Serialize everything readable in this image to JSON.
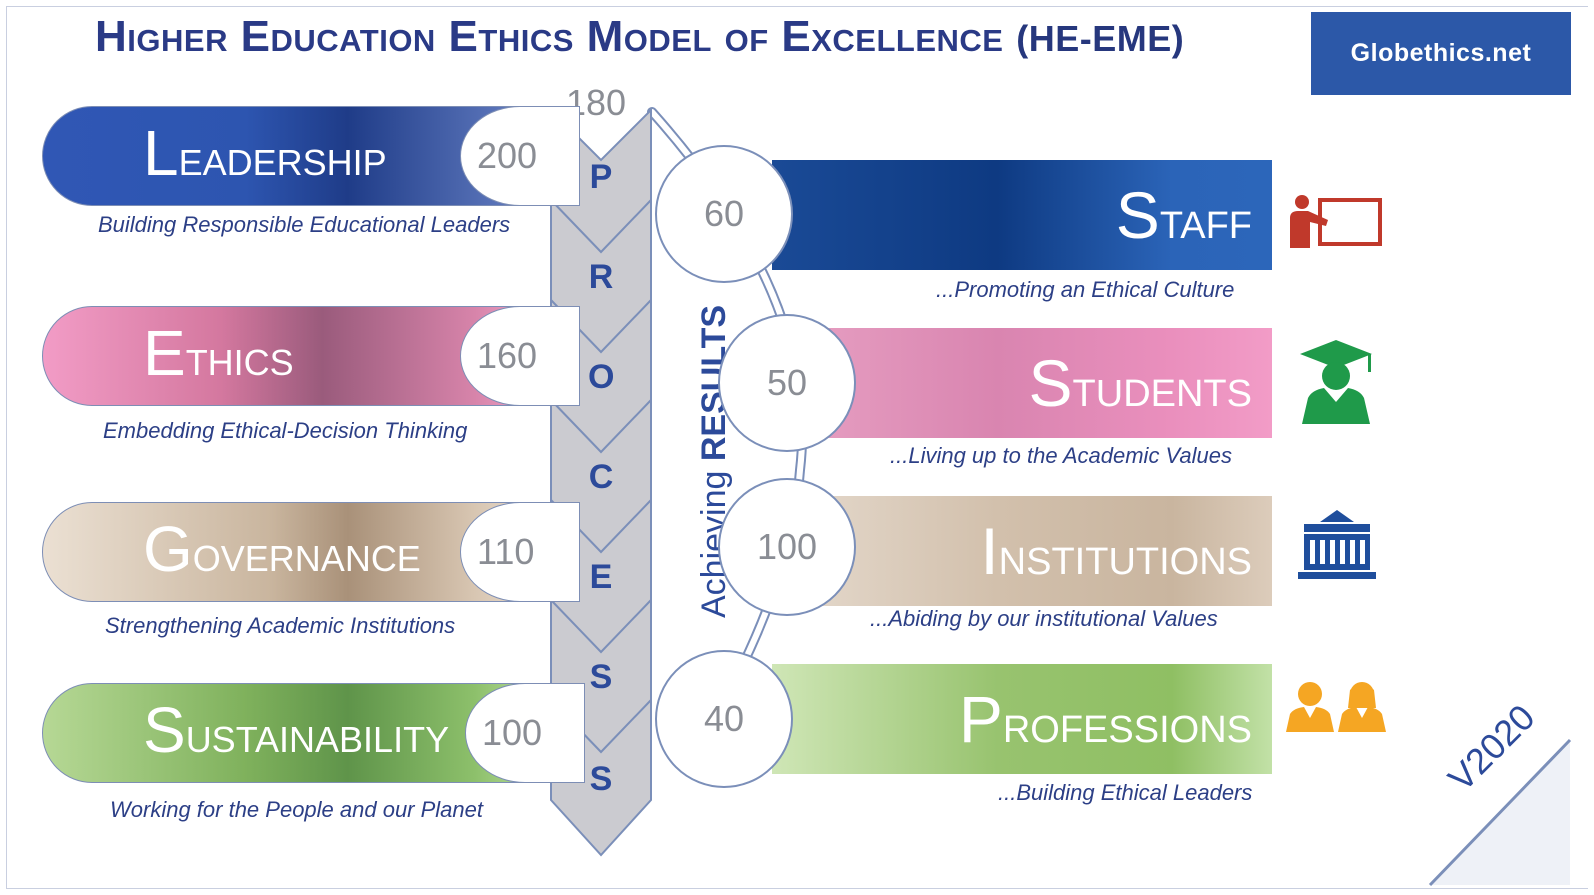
{
  "title": {
    "main": "Higher Education Ethics Model of Excellence",
    "abbr": "(HE-EME)"
  },
  "brand": "Globethics.net",
  "process": {
    "top_value": "180",
    "letters": [
      "P",
      "R",
      "O",
      "C",
      "E",
      "S",
      "S"
    ]
  },
  "left_pillars": [
    {
      "initial": "L",
      "rest": "EADERSHIP",
      "value": "200",
      "subtitle": "Building Responsible Educational Leaders"
    },
    {
      "initial": "E",
      "rest": "THICS",
      "value": "160",
      "subtitle": "Embedding Ethical-Decision Thinking"
    },
    {
      "initial": "G",
      "rest": "OVERNANCE",
      "value": "110",
      "subtitle": "Strengthening Academic Institutions"
    },
    {
      "initial": "S",
      "rest": "USTAINABILITY",
      "value": "100",
      "subtitle": "Working for the People and our Planet"
    }
  ],
  "results_label": {
    "prefix": "Achieving ",
    "strong": "RESULTS"
  },
  "right_pillars": [
    {
      "initial": "S",
      "rest": "TAFF",
      "value": "60",
      "subtitle": "...Promoting an Ethical Culture",
      "icon": "teacher-board-icon"
    },
    {
      "initial": "S",
      "rest": "TUDENTS",
      "value": "50",
      "subtitle": "...Living up to the Academic Values",
      "icon": "graduate-icon"
    },
    {
      "initial": "I",
      "rest": "NSTITUTIONS",
      "value": "100",
      "subtitle": "...Abiding by our institutional Values",
      "icon": "institution-building-icon"
    },
    {
      "initial": "P",
      "rest": "ROFESSIONS",
      "value": "40",
      "subtitle": "...Building Ethical Leaders",
      "icon": "professionals-icon"
    }
  ],
  "version": "V2020",
  "colors": {
    "title": "#2a3a86",
    "brand_bg": "#2c58a8",
    "leadership": "#2d55b0",
    "ethics": "#d4789f",
    "governance": "#c9b59e",
    "sustainability": "#7fb15c",
    "staff": "#1a4a96",
    "students": "#e08bb7",
    "institutions": "#d2c0ac",
    "professions": "#98c36f",
    "process_arrow": "#c8c8cc",
    "staff_icon": "#c0392b",
    "students_icon": "#1f9a4a",
    "institutions_icon": "#1f4e9c",
    "professions_icon": "#f5a623"
  }
}
